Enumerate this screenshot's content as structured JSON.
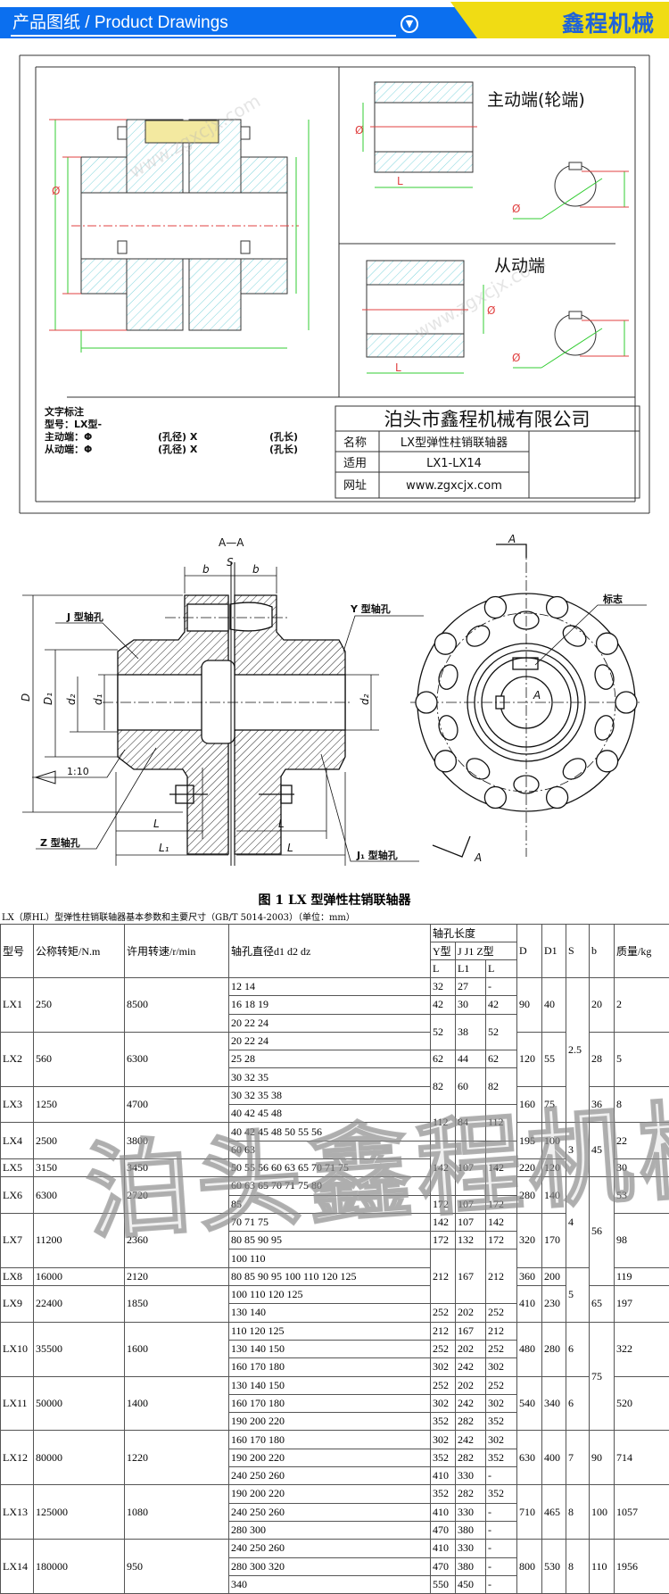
{
  "header": {
    "title": "产品图纸 / Product Drawings",
    "icon": "chevron-down-circle-icon",
    "brand": "鑫程机械",
    "colors": {
      "blue": "#0b6fef",
      "yellow": "#f0dc14"
    }
  },
  "drawing1": {
    "drive_end_label": "主动端(轮端)",
    "driven_end_label": "从动端",
    "dim_phi": "Ø",
    "dim_L": "L",
    "notes": {
      "title": "文字标注",
      "model": "型号：LX型-",
      "drive": "主动端：Φ",
      "driven": "从动端：Φ",
      "bore_dia": "(孔径) X",
      "bore_len": "(孔长)"
    },
    "title_block": {
      "company": "泊头市鑫程机械有限公司",
      "name_label": "名称",
      "name_value": "LX型弹性柱销联轴器",
      "range_label": "适用",
      "range_value": "LX1-LX14",
      "web_label": "网址",
      "web_value": "www.zgxcjx.com"
    },
    "watermark": "www.zgxcjx.com"
  },
  "drawing2": {
    "section": "A—A",
    "S": "S",
    "b": "b",
    "D": "D",
    "D1": "D₁",
    "d1": "d₁",
    "d2": "d₂",
    "dz": "d₂",
    "J_bore": "J 型轴孔",
    "Y_bore": "Y 型轴孔",
    "taper": "1:10",
    "J1_bore": "J₁ 型轴孔",
    "Z_bore": "Z 型轴孔",
    "L": "L",
    "L1": "L₁",
    "A": "A",
    "mark": "标志"
  },
  "figure_title": "图 1   LX 型弹性柱销联轴器",
  "table_caption": "LX（原HL）型弹性柱销联轴器基本参数和主要尺寸（GB/T 5014-2003）（单位：mm）",
  "table": {
    "headers": {
      "model": "型号",
      "torque": "公称转矩/N.m",
      "speed": "许用转速/r/min",
      "bore": "轴孔直径d1 d2 dz",
      "bore_len": "轴孔长度",
      "y_type": "Y型",
      "jz_type": "J J1 Z型",
      "L": "L",
      "L1": "L1",
      "Lz": "L",
      "D": "D",
      "D1": "D1",
      "S": "S",
      "b": "b",
      "mass": "质量/kg"
    },
    "rows": [
      [
        [
          "LX1",
          3
        ],
        [
          "250",
          3
        ],
        [
          "8500",
          3
        ],
        "12 14",
        "32",
        "27",
        "-",
        [
          "90",
          3
        ],
        [
          "40",
          3
        ],
        [
          "2.5",
          8
        ],
        [
          "20",
          3
        ],
        [
          "2",
          3
        ]
      ],
      [
        "16 18 19",
        "42",
        "30",
        "42"
      ],
      [
        "20 22 24",
        [
          "52",
          2
        ],
        [
          "38",
          2
        ],
        [
          "52",
          2
        ]
      ],
      [
        [
          "LX2",
          3
        ],
        [
          "560",
          3
        ],
        [
          "6300",
          3
        ],
        "20 22 24",
        [
          "120",
          3
        ],
        [
          "55",
          3
        ],
        [
          "28",
          3
        ],
        [
          "5",
          3
        ]
      ],
      [
        "25 28",
        "62",
        "44",
        "62"
      ],
      [
        "30 32 35",
        [
          "82",
          2
        ],
        [
          "60",
          2
        ],
        [
          "82",
          2
        ]
      ],
      [
        [
          "LX3",
          2
        ],
        [
          "1250",
          2
        ],
        [
          "4700",
          2
        ],
        "30 32 35 38",
        [
          "160",
          2
        ],
        [
          "75",
          2
        ],
        [
          "36",
          2
        ],
        [
          "8",
          2
        ]
      ],
      [
        "40 42 45 48",
        [
          "112",
          2
        ],
        [
          "84",
          2
        ],
        [
          "112",
          2
        ]
      ],
      [
        [
          "LX4",
          2
        ],
        [
          "2500",
          2
        ],
        [
          "3800",
          2
        ],
        "40 42 45 48 50 55 56",
        [
          "195",
          2
        ],
        [
          "100",
          2
        ],
        [
          "3",
          3
        ],
        [
          "45",
          3
        ],
        [
          "22",
          2
        ]
      ],
      [
        "60 63",
        [
          "142",
          3
        ],
        [
          "107",
          3
        ],
        [
          "142",
          3
        ]
      ],
      [
        "LX5",
        "3150",
        "3450",
        "50 55 56 60 63 65 70 71 75",
        "220",
        "120",
        "30"
      ],
      [
        [
          "LX6",
          2
        ],
        [
          "6300",
          2
        ],
        [
          "2720",
          2
        ],
        "60 63 65 70 71 75 80",
        [
          "280",
          2
        ],
        [
          "140",
          2
        ],
        [
          "4",
          5
        ],
        [
          "56",
          6
        ],
        [
          "53",
          2
        ]
      ],
      [
        "85",
        "172",
        "107",
        "172"
      ],
      [
        [
          "LX7",
          3
        ],
        [
          "11200",
          3
        ],
        [
          "2360",
          3
        ],
        "70 71 75",
        "142",
        "107",
        "142",
        [
          "320",
          3
        ],
        [
          "170",
          3
        ],
        [
          "98",
          3
        ]
      ],
      [
        "80 85 90 95",
        "172",
        "132",
        "172"
      ],
      [
        "100 110",
        [
          "212",
          3
        ],
        [
          "167",
          3
        ],
        [
          "212",
          3
        ]
      ],
      [
        "LX8",
        "16000",
        "2120",
        "80 85 90 95 100 110 120 125",
        "360",
        "200",
        [
          "5",
          3
        ],
        "119"
      ],
      [
        [
          "LX9",
          2
        ],
        [
          "22400",
          2
        ],
        [
          "1850",
          2
        ],
        "100 110 120 125",
        [
          "410",
          2
        ],
        [
          "230",
          2
        ],
        [
          "65",
          2
        ],
        [
          "197",
          2
        ]
      ],
      [
        "130 140",
        "252",
        "202",
        "252"
      ],
      [
        [
          "LX10",
          3
        ],
        [
          "35500",
          3
        ],
        [
          "1600",
          3
        ],
        "110 120 125",
        "212",
        "167",
        "212",
        [
          "480",
          3
        ],
        [
          "280",
          3
        ],
        [
          "6",
          3
        ],
        [
          "75",
          6
        ],
        [
          "322",
          3
        ]
      ],
      [
        "130 140 150",
        "252",
        "202",
        "252"
      ],
      [
        "160 170 180",
        "302",
        "242",
        "302"
      ],
      [
        [
          "LX11",
          3
        ],
        [
          "50000",
          3
        ],
        [
          "1400",
          3
        ],
        "130 140 150",
        "252",
        "202",
        "252",
        [
          "540",
          3
        ],
        [
          "340",
          3
        ],
        [
          "6",
          3
        ],
        [
          "520",
          3
        ]
      ],
      [
        "160 170 180",
        "302",
        "242",
        "302"
      ],
      [
        "190 200 220",
        "352",
        "282",
        "352"
      ],
      [
        [
          "LX12",
          3
        ],
        [
          "80000",
          3
        ],
        [
          "1220",
          3
        ],
        "160 170 180",
        "302",
        "242",
        "302",
        [
          "630",
          3
        ],
        [
          "400",
          3
        ],
        [
          "7",
          3
        ],
        [
          "90",
          3
        ],
        [
          "714",
          3
        ]
      ],
      [
        "190 200 220",
        "352",
        "282",
        "352"
      ],
      [
        "240 250 260",
        "410",
        "330",
        "-"
      ],
      [
        [
          "LX13",
          3
        ],
        [
          "125000",
          3
        ],
        [
          "1080",
          3
        ],
        "190 200 220",
        "352",
        "282",
        "352",
        [
          "710",
          3
        ],
        [
          "465",
          3
        ],
        [
          "8",
          3
        ],
        [
          "100",
          3
        ],
        [
          "1057",
          3
        ]
      ],
      [
        "240 250 260",
        "410",
        "330",
        "-"
      ],
      [
        "280 300",
        "470",
        "380",
        "-"
      ],
      [
        [
          "LX14",
          3
        ],
        [
          "180000",
          3
        ],
        [
          "950",
          3
        ],
        "240 250 260",
        "410",
        "330",
        "-",
        [
          "800",
          3
        ],
        [
          "530",
          3
        ],
        [
          "8",
          3
        ],
        [
          "110",
          3
        ],
        [
          "1956",
          3
        ]
      ],
      [
        "280 300 320",
        "470",
        "380",
        "-"
      ],
      [
        "340",
        "550",
        "450",
        "-"
      ]
    ]
  },
  "table_watermark": "泊头鑫程机械"
}
